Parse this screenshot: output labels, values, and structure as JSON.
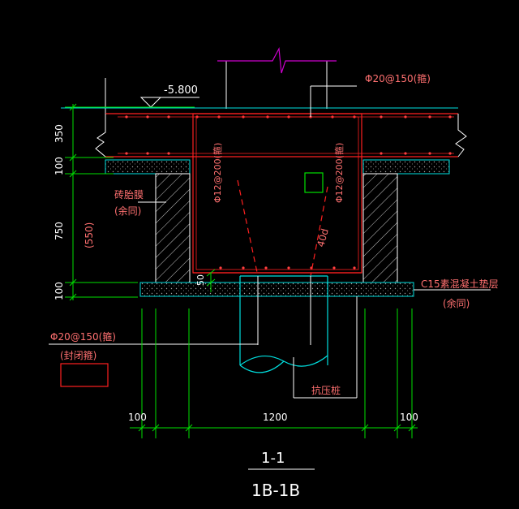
{
  "labels": {
    "elevation": "-5.800",
    "top_rebar": "Φ20@150(箍)",
    "bottom_rebar": "Φ20@150(箍)",
    "bottom_rebar_note": "(封闭箍)",
    "left_stirrup": "Φ12@200(箍)",
    "right_stirrup": "Φ12@200(箍)",
    "anchor_length": "40d",
    "brick_mold": "砖胎膜",
    "brick_mold_note": "(余同)",
    "cushion": "C15素混凝土垫层",
    "cushion_note": "(余同)",
    "pile": "抗压桩",
    "cover": "50",
    "dim_350": "350",
    "dim_100_left": "100",
    "dim_750": "750",
    "dim_550": "(550)",
    "dim_100_bottom": "100",
    "dim_100_a": "100",
    "dim_1200": "1200",
    "dim_100_b": "100",
    "section_top": "1-1",
    "section_bottom": "1B-1B"
  },
  "colors": {
    "background": "#000000",
    "structure_red": "#ff2020",
    "dimension_green": "#00e000",
    "concrete_cyan": "#00e0e0",
    "label_pink": "#ff7070",
    "text_white": "#ffffff",
    "column_magenta": "#cc00cc"
  }
}
